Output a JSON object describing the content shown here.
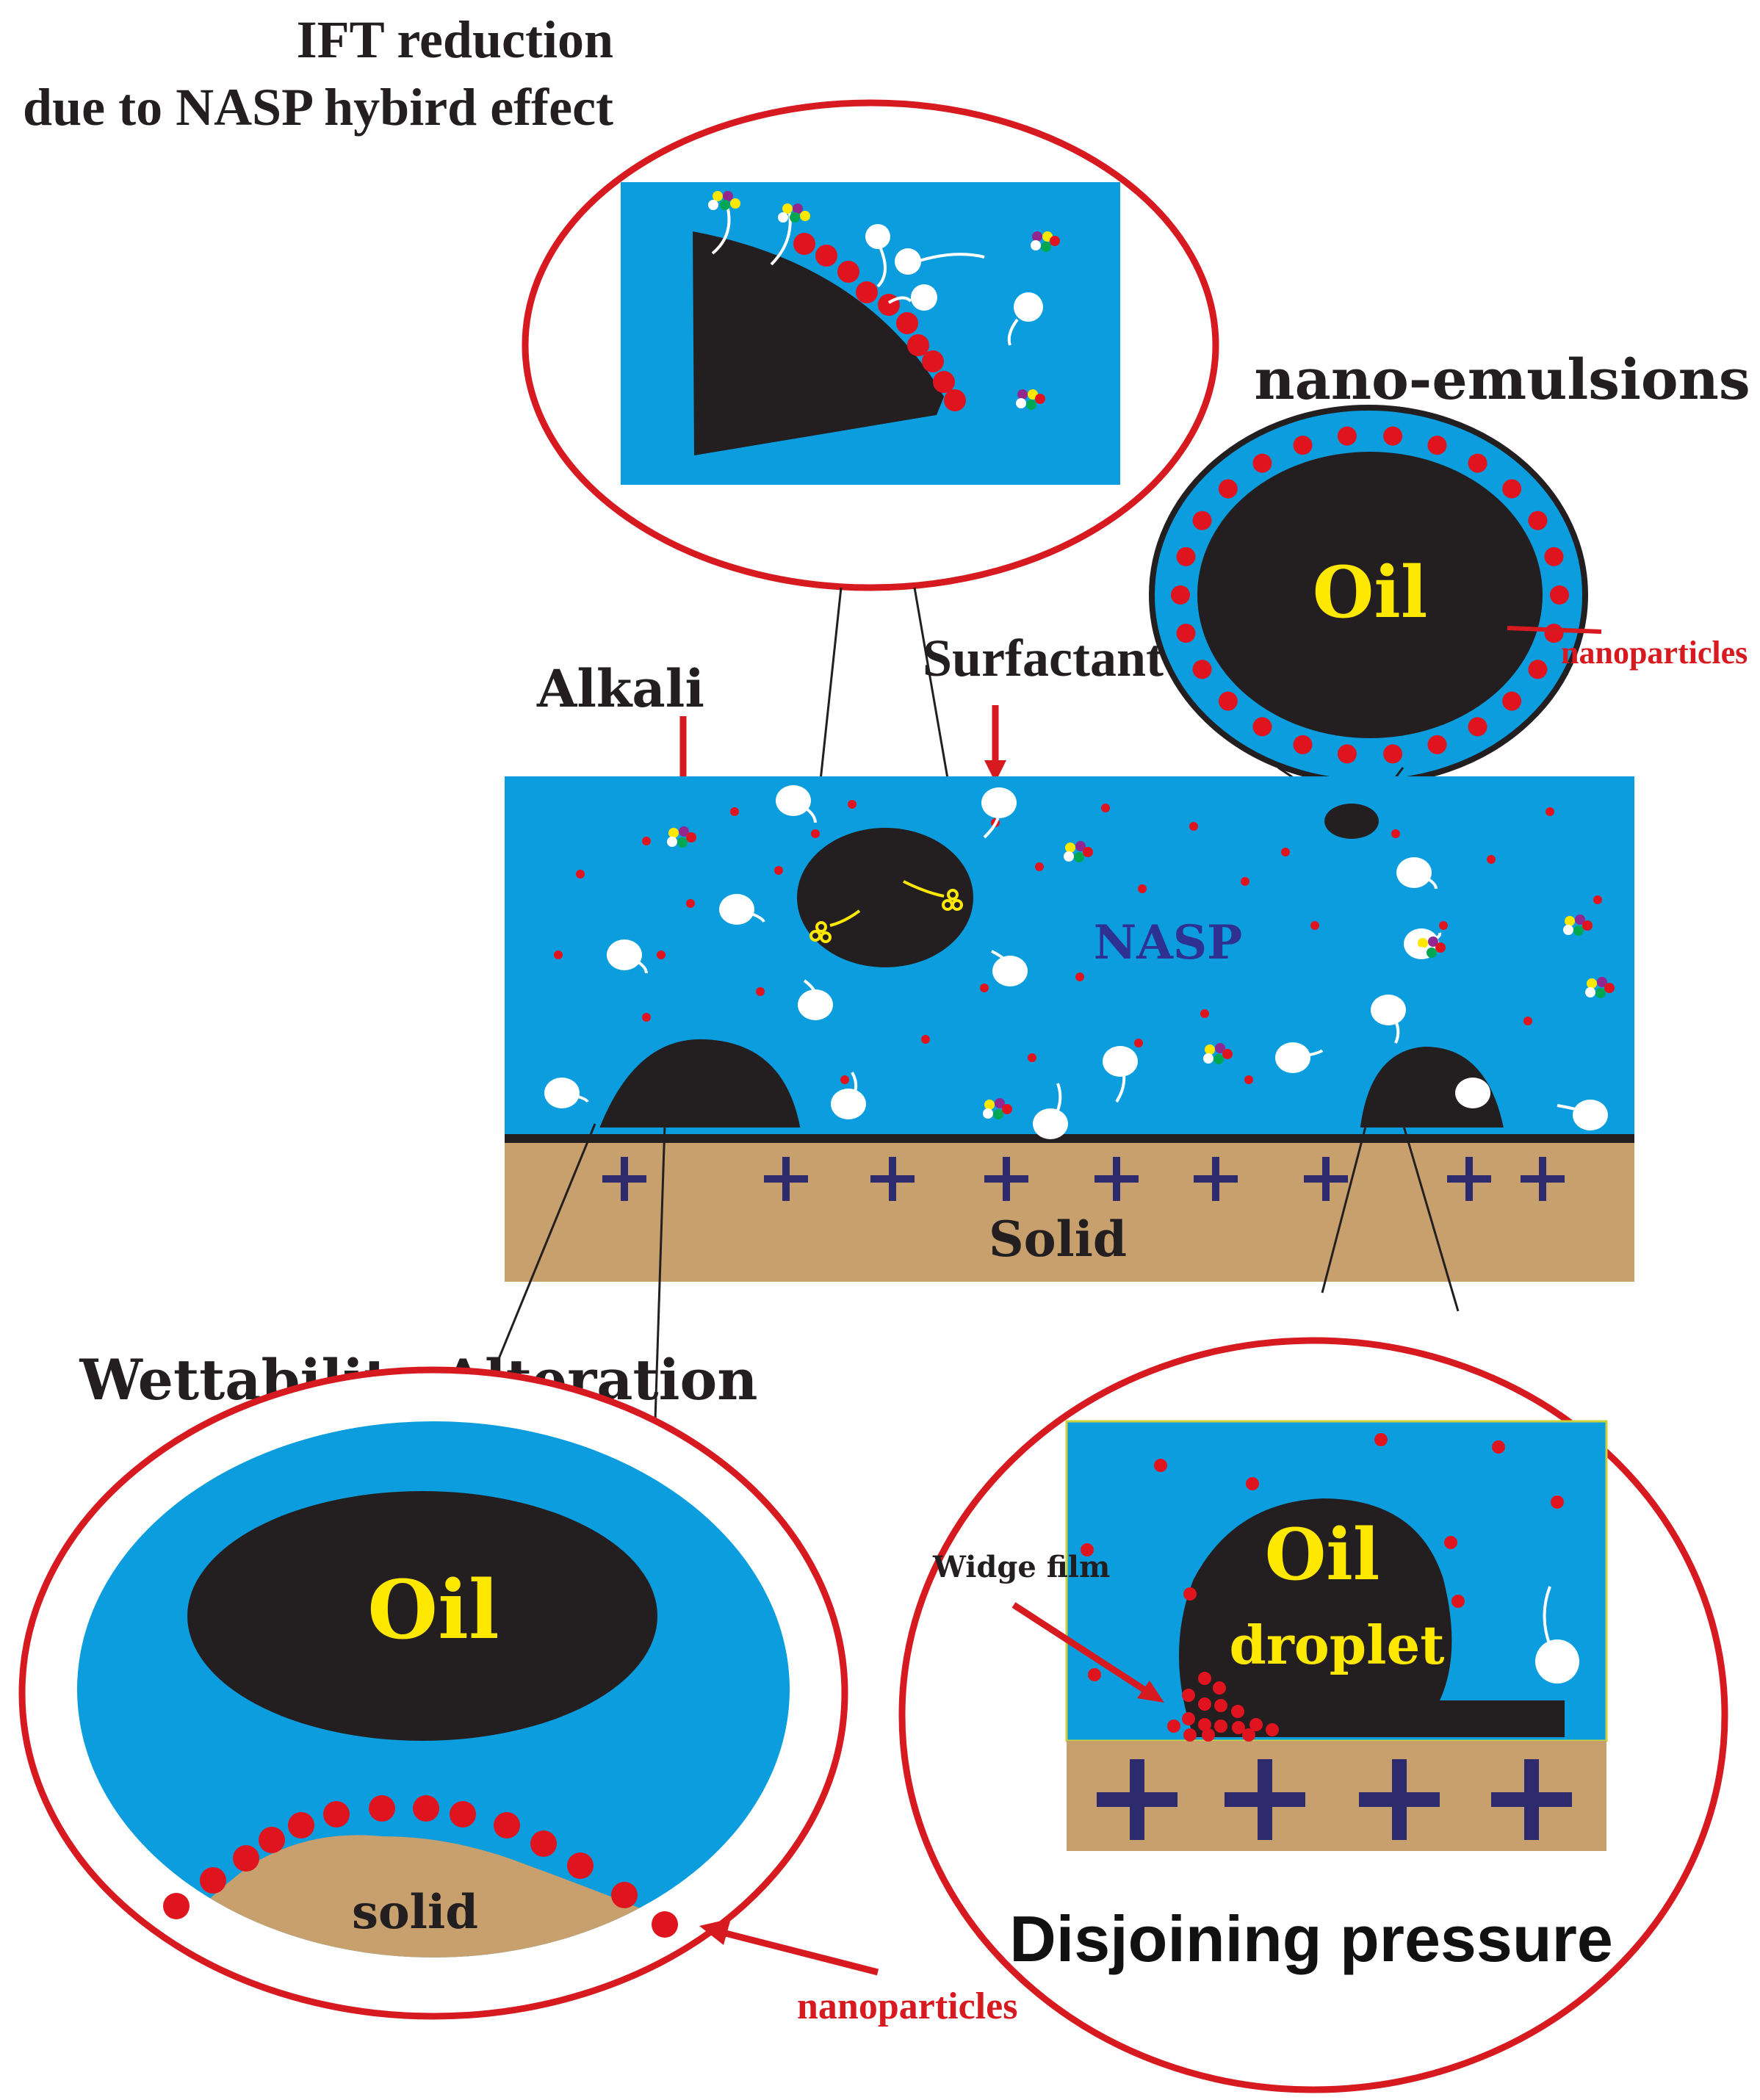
{
  "labels": {
    "ift_title_line1": "IFT reduction",
    "ift_title_line2": "due to NASP hybird effect",
    "nano_emulsions": "nano-emulsions",
    "oil": "Oil",
    "nanoparticles": "nanoparticles",
    "alkali": "Alkali",
    "surfactant": "Surfactant",
    "nasp": "NASP",
    "solid_main": "Solid",
    "wettability": "Wettability Alteration",
    "solid_lower": "solid",
    "nanoparticles_lower": "nanoparticles",
    "widge_film": "Widge film",
    "oil_droplet_line1": "Oil",
    "oil_droplet_line2": "droplet",
    "disjoining": "Disjoining pressure"
  },
  "colors": {
    "brine": "#0b9ddd",
    "oil": "#231f20",
    "rock": "#c8a06e",
    "nanoparticle": "#e0141e",
    "ring": "#d71920",
    "charge": "#2e2a6e",
    "surfactant_head": "#ffffff"
  },
  "icons": {
    "charge": "plus-sign",
    "alkali_marker": "multicolor-dot-cluster",
    "surfactant_marker": "head-and-tail-molecule"
  }
}
